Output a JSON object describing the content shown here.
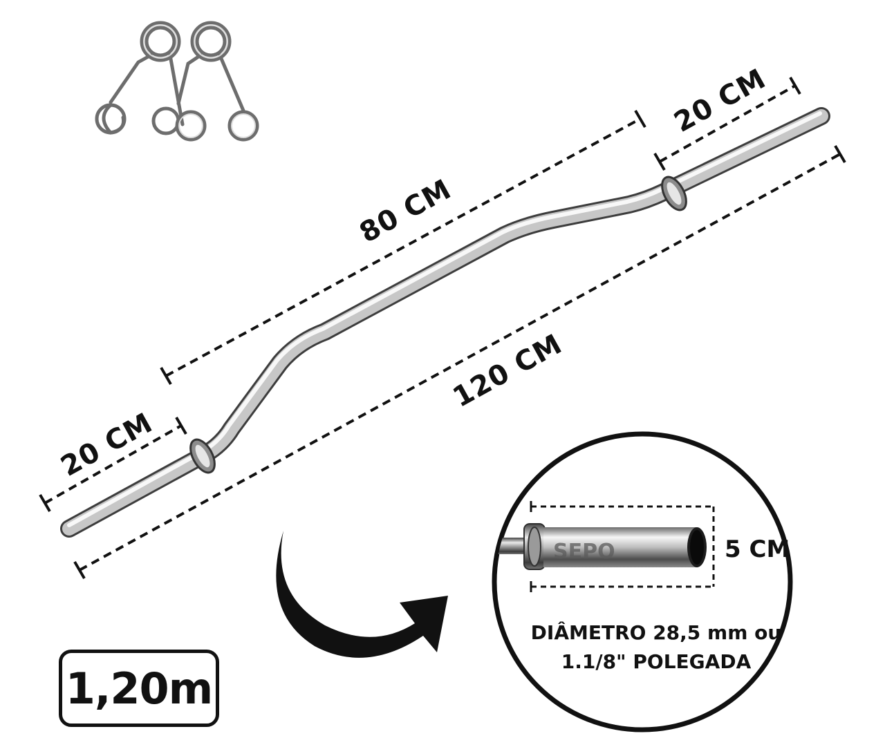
{
  "product": {
    "length_badge": "1,20m",
    "brand_mark": "SEPO"
  },
  "dimensions": {
    "left_sleeve": "20 CM",
    "grip_section": "80 CM",
    "right_sleeve": "20 CM",
    "total_length": "120 CM"
  },
  "detail_callout": {
    "sleeve_length": "5 CM",
    "diameter_line1": "DIÂMETRO 28,5 mm ou",
    "diameter_line2": "1.1/8\" POLEGADA"
  },
  "colors": {
    "ink": "#111111",
    "chrome_light": "#f4f4f4",
    "chrome_mid": "#b9b9b9",
    "chrome_dark": "#5a5a5a"
  },
  "icons": [
    "spring-collar-icon",
    "curved-arrow-icon"
  ]
}
